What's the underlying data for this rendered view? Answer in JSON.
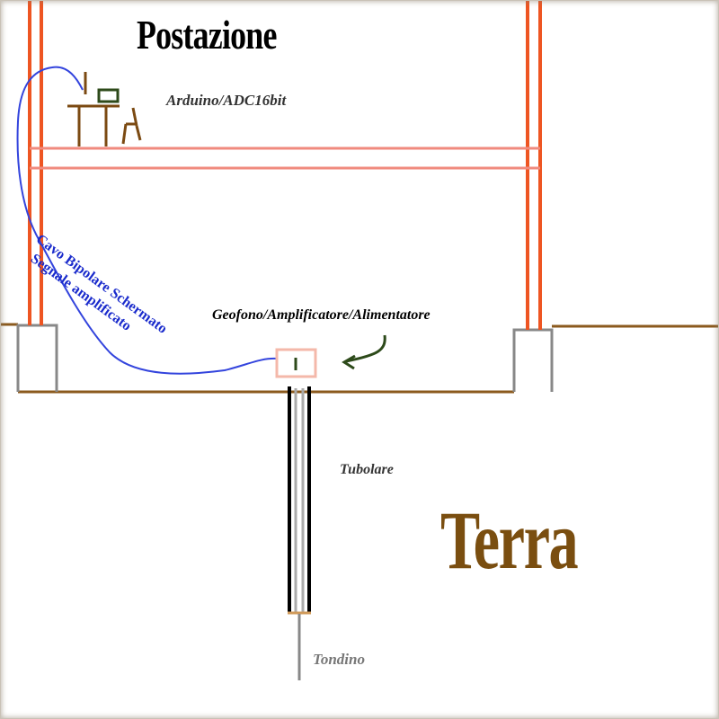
{
  "title": "Postazione",
  "labels": {
    "station": "Arduino/ADC16bit",
    "sensor": "Geofono/Amplificatore/Alimentatore",
    "cable_line1": "Cavo Bipolare Schermato",
    "cable_line2": "Segnale amplificato",
    "tube": "Tubolare",
    "ground": "Terra",
    "rod": "Tondino"
  },
  "colors": {
    "pillar": "#ee5522",
    "floor_beam": "#f08a7e",
    "ground_line": "#8b5a1e",
    "footing": "#888888",
    "desk": "#7b4a12",
    "cable": "#3344dd",
    "arrow": "#2d4a1a",
    "title_terra": "#7a4e10"
  },
  "icons": [
    "desk-icon",
    "monitor-icon",
    "chair-icon",
    "arrow-icon",
    "geophone-box-icon"
  ]
}
